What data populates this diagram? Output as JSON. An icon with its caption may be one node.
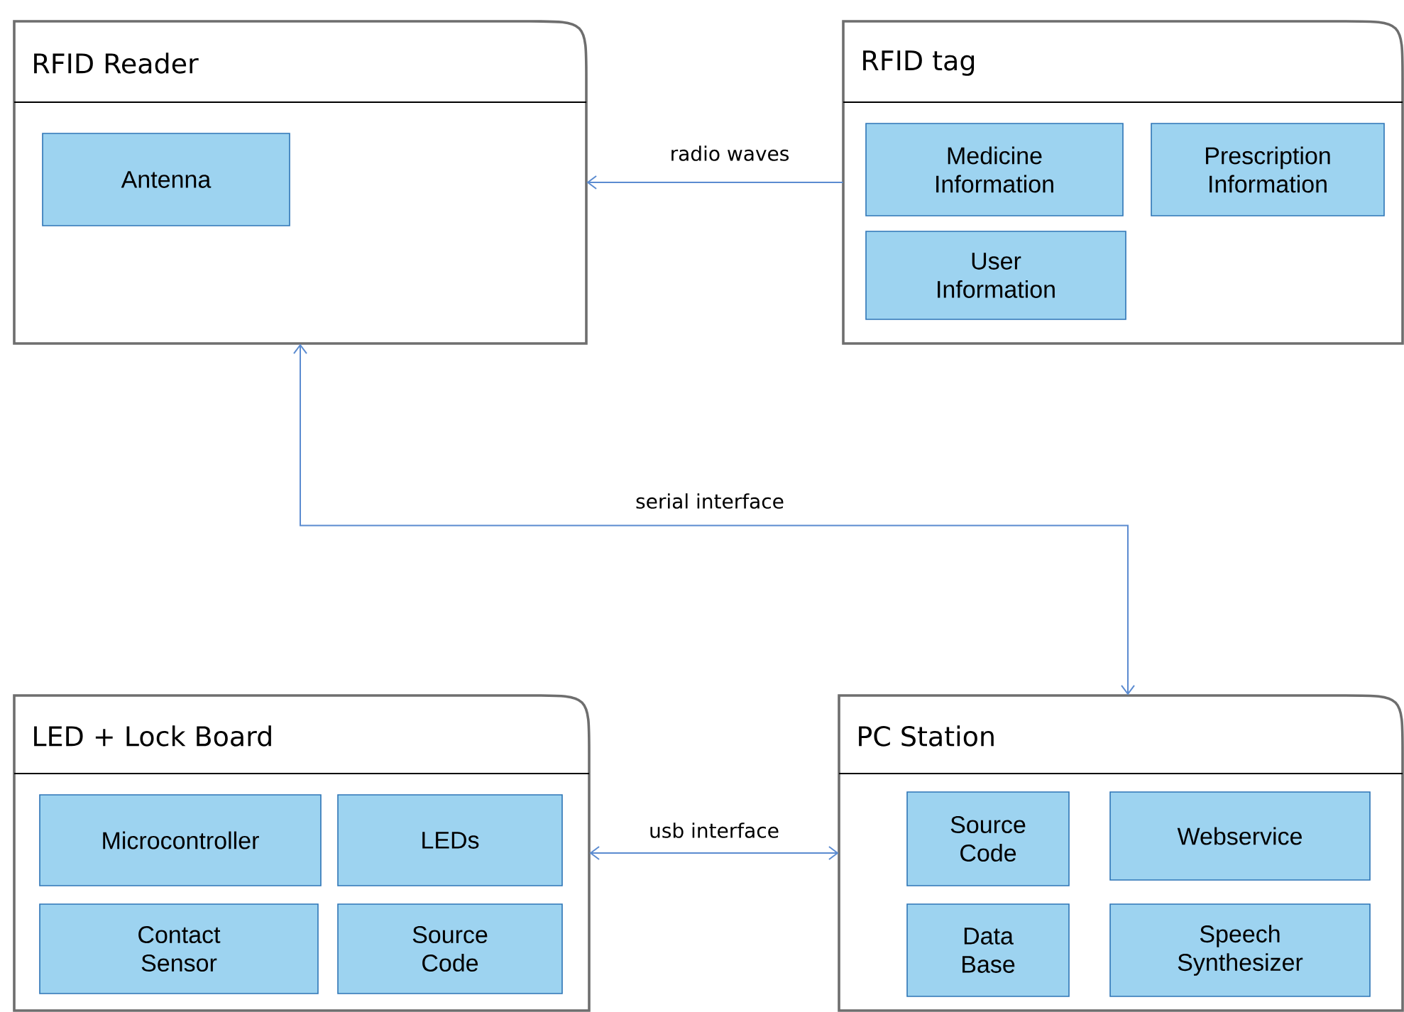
{
  "diagram": {
    "nodes": [
      {
        "text": [
          "RFID Reader"
        ]
      },
      {
        "text": [
          "Antenna"
        ],
        "in": 0
      },
      {
        "text": [
          "RFID tag"
        ]
      },
      {
        "text": [
          "Medicine Information"
        ],
        "in": 2
      },
      {
        "text": [
          "Prescription Information"
        ],
        "in": 2
      },
      {
        "text": [
          "User Information"
        ],
        "in": 2
      },
      {
        "text": [
          "LED + Lock Board"
        ]
      },
      {
        "text": [
          "Microcontroller"
        ],
        "in": 6
      },
      {
        "text": [
          "LEDs"
        ],
        "in": 6
      },
      {
        "text": [
          "Contact Sensor"
        ],
        "in": 6
      },
      {
        "text": [
          "Source Code"
        ],
        "in": 6
      },
      {
        "text": [
          "PC Station"
        ]
      },
      {
        "text": [
          "Source Code"
        ],
        "in": 11
      },
      {
        "text": [
          "Webservice"
        ],
        "in": 11
      },
      {
        "text": [
          "Data Base"
        ],
        "in": 11
      },
      {
        "text": [
          "Speech Synthesizer"
        ],
        "in": 11
      }
    ],
    "edges": [
      {
        "from": 2,
        "to": 0,
        "arrow": "to",
        "label": "radio waves"
      },
      {
        "from": 0,
        "to": 11,
        "arrow": "both",
        "label": "serial interface"
      },
      {
        "from": 6,
        "to": 11,
        "arrow": "both",
        "label": "usb interface"
      }
    ]
  }
}
